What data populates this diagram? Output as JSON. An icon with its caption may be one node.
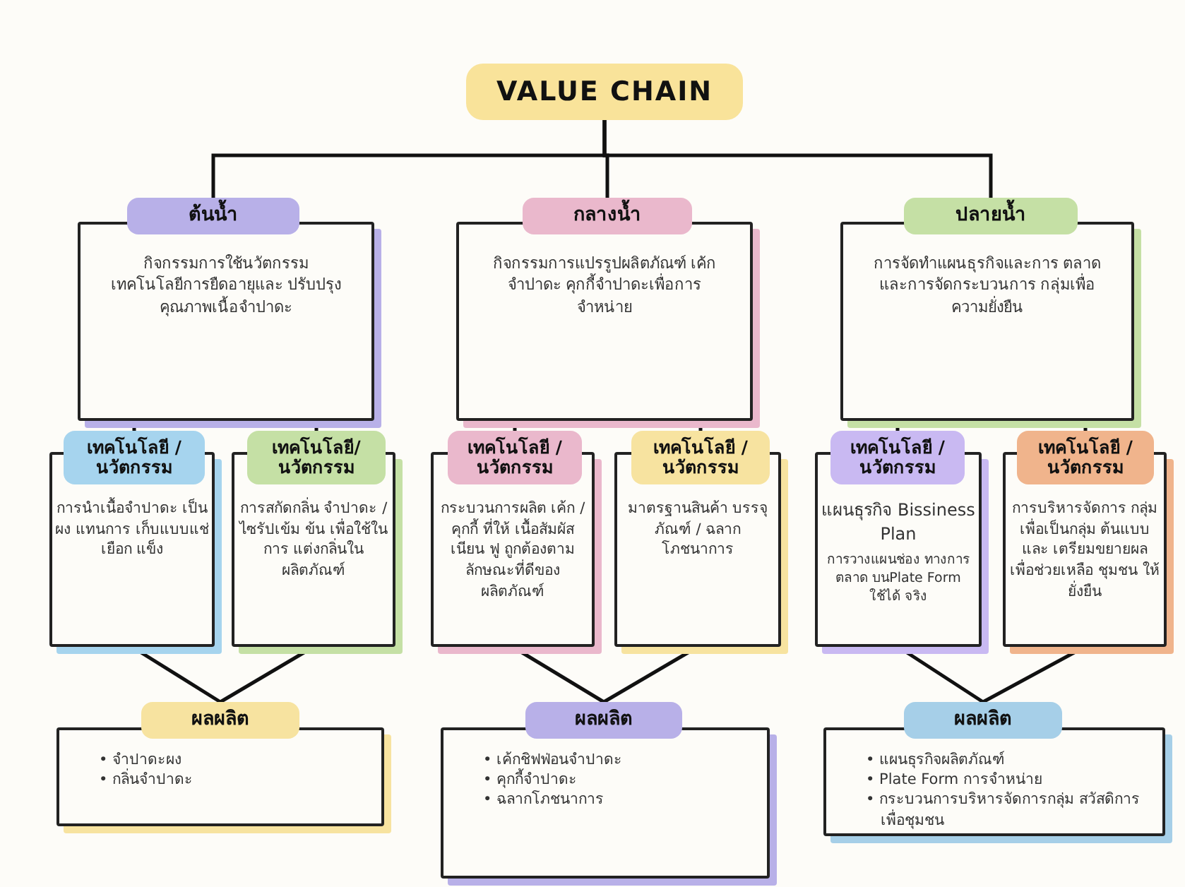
{
  "diagram": {
    "nodes": [
      {
        "text": [
          "VALUE CHAIN"
        ]
      },
      {
        "text": [
          "ต้นน้ำ",
          "กิจกรรมการใช้นวัตกรรม เทคโนโลยีการยืดอายุและ ปรับปรุงคุณภาพเนื้อจำปาดะ"
        ]
      },
      {
        "text": [
          "กลางน้ำ",
          "กิจกรรมการแปรรูปผลิตภัณฑ์ เค้กจำปาดะ คุกกี้จำปาดะเพื่อการ จำหน่าย"
        ]
      },
      {
        "text": [
          "ปลายน้ำ",
          "การจัดทำแผนธุรกิจและการ ตลาด และการจัดกระบวนการ กลุ่มเพื่อความยั่งยืน"
        ]
      },
      {
        "text": [
          "เทคโนโลยี / นวัตกรรม",
          "การนำเนื้อจำปาดะ เป็นผง แทนการ เก็บแบบแช่เยือก แข็ง"
        ]
      },
      {
        "text": [
          "เทคโนโลยี/ นวัตกรรม",
          "การสกัดกลิ่น จำปาดะ /ไซรัปเข้ม ข้น เพื่อใช้ในการ แต่งกลิ่นใน ผลิตภัณฑ์"
        ]
      },
      {
        "text": [
          "เทคโนโลยี / นวัตกรรม",
          "กระบวนการผลิต เค้ก / คุกกี้ ที่ให้ เนื้อสัมผัส เนียน ฟู ถูกต้องตาม ลักษณะที่ดีของ ผลิตภัณฑ์"
        ]
      },
      {
        "text": [
          "เทคโนโลยี / นวัตกรรม",
          "มาตรฐานสินค้า บรรจุภัณฑ์ / ฉลากโภชนาการ"
        ]
      },
      {
        "text": [
          "เทคโนโลยี / นวัตกรรม",
          "แผนธุรกิจ Bissiness Plan",
          "การวางแผนช่อง ทางการตลาด บนPlate Form ใช้ได้ จริง"
        ]
      },
      {
        "text": [
          "เทคโนโลยี / นวัตกรรม",
          "การบริหารจัดการ กลุ่มเพื่อเป็นกลุ่ม ต้นแบบ และ เตรียมขยายผล เพื่อช่วยเหลือ ชุมชน ให้ยั่งยืน"
        ]
      },
      {
        "text": [
          "ผลผลิต",
          "• จำปาดะผง",
          "• กลิ่นจำปาดะ"
        ]
      },
      {
        "text": [
          "ผลผลิต",
          "• เค้กชิฟฟ่อนจำปาดะ",
          "• คุกกี้จำปาดะ",
          "• ฉลากโภชนาการ"
        ]
      },
      {
        "text": [
          "ผลผลิต",
          "• แผนธุรกิจผลิตภัณฑ์",
          "• Plate Form การจำหน่าย",
          "• กระบวนการบริหารจัดการกลุ่ม สวัสดิการเพื่อชุมชน"
        ]
      }
    ],
    "edges": [
      {
        "from": 0,
        "to": 1,
        "arrow": "none"
      },
      {
        "from": 0,
        "to": 2,
        "arrow": "none"
      },
      {
        "from": 0,
        "to": 3,
        "arrow": "none"
      },
      {
        "from": 1,
        "to": 4,
        "arrow": "none"
      },
      {
        "from": 1,
        "to": 5,
        "arrow": "none"
      },
      {
        "from": 2,
        "to": 6,
        "arrow": "none"
      },
      {
        "from": 2,
        "to": 7,
        "arrow": "none"
      },
      {
        "from": 3,
        "to": 8,
        "arrow": "none"
      },
      {
        "from": 3,
        "to": 9,
        "arrow": "none"
      },
      {
        "from": 4,
        "to": 10,
        "arrow": "none"
      },
      {
        "from": 5,
        "to": 10,
        "arrow": "none"
      },
      {
        "from": 6,
        "to": 11,
        "arrow": "none"
      },
      {
        "from": 7,
        "to": 11,
        "arrow": "none"
      },
      {
        "from": 8,
        "to": 12,
        "arrow": "none"
      },
      {
        "from": 9,
        "to": 12,
        "arrow": "none"
      }
    ]
  }
}
